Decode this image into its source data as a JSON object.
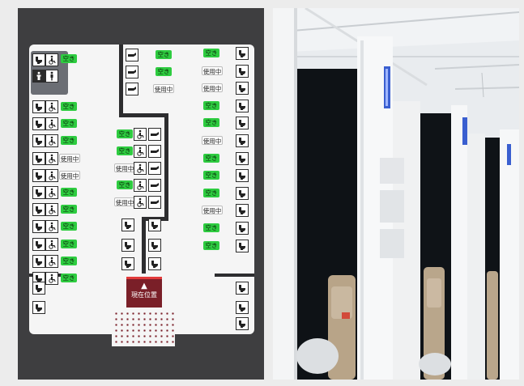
{
  "labels": {
    "vacant": "空き",
    "occupied": "使用中"
  },
  "you_are_here": "現在位置",
  "icons": {
    "toilet": "toilet-icon",
    "wheelchair": "wheelchair-icon",
    "baby": "baby-changing-icon",
    "person": "person-icon",
    "you_arrow": "up-triangle-icon"
  },
  "colors": {
    "vacant": "#2ecc40",
    "occupied": "#ffffff",
    "you_are_here": "#7a1f28",
    "frame": "#3e3e40"
  },
  "left_column": [
    "vacant",
    "vacant",
    "vacant",
    "occupied",
    "occupied",
    "vacant",
    "vacant",
    "vacant",
    "vacant",
    "vacant",
    "vacant"
  ],
  "center_column": [
    "vacant",
    "vacant",
    "occupied",
    "vacant",
    "occupied"
  ],
  "top_column": [
    "vacant",
    "vacant",
    "occupied"
  ],
  "right_column": [
    "vacant",
    "occupied",
    "occupied",
    "vacant",
    "vacant",
    "occupied",
    "vacant",
    "vacant",
    "vacant",
    "occupied",
    "vacant",
    "vacant"
  ]
}
